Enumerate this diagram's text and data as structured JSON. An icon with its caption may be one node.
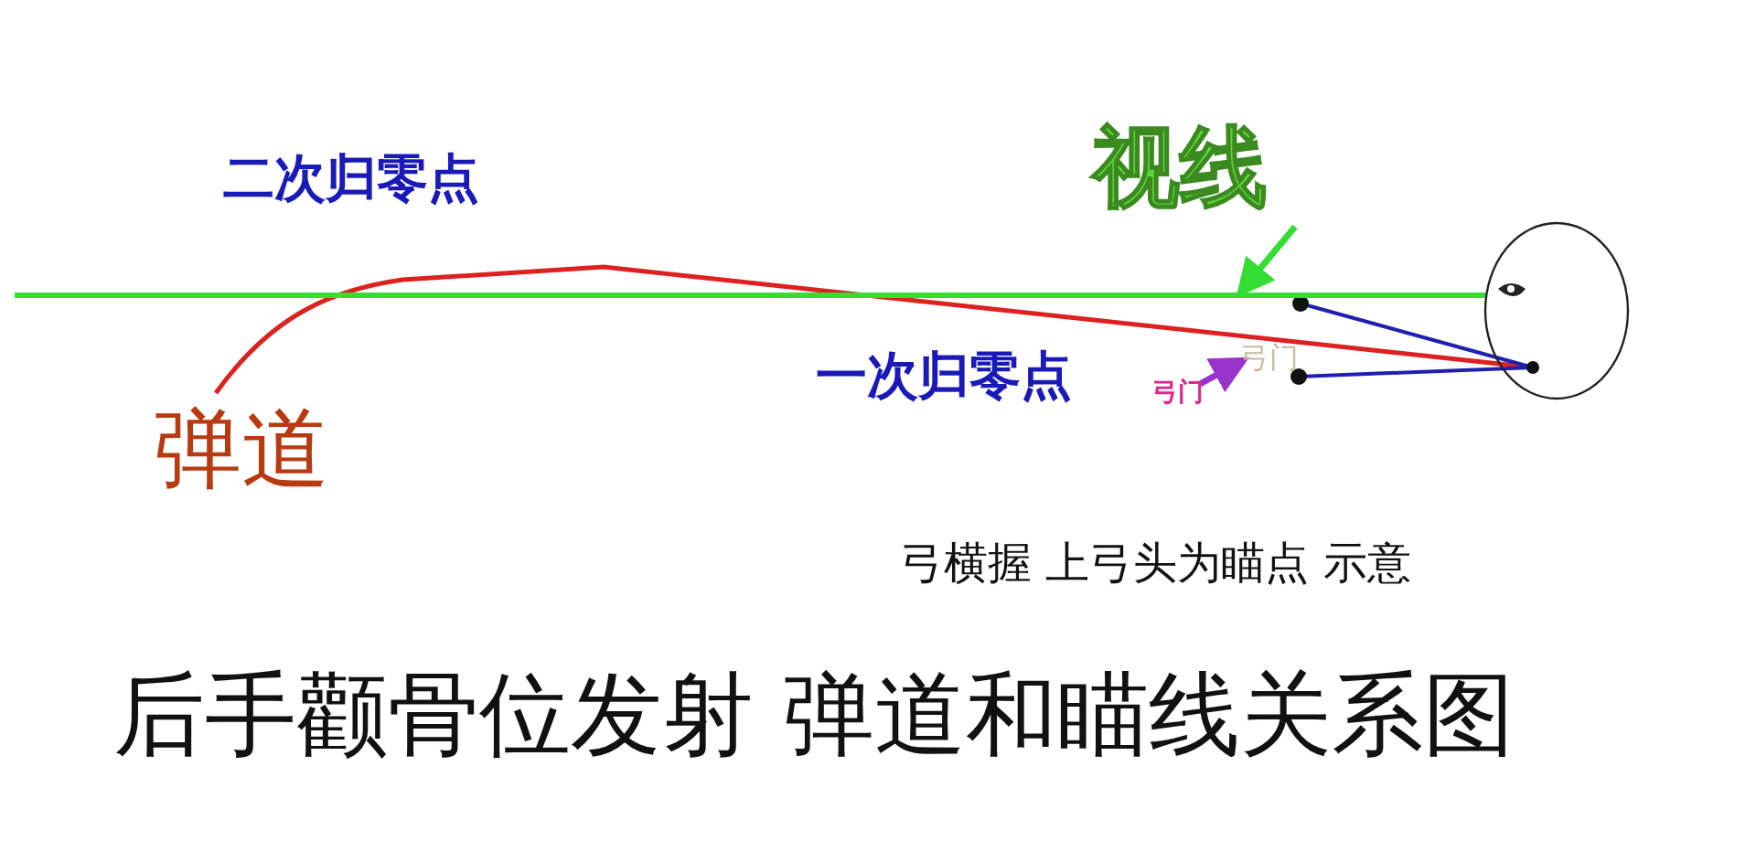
{
  "diagram": {
    "caption": "后手颧骨位发射 弹道和瞄线关系图",
    "nodes": [
      {
        "text": [
          "视线"
        ]
      },
      {
        "text": [
          "弓门"
        ]
      },
      {
        "text": [
          "弓门"
        ]
      },
      {
        "text": [],
        "shape": "line"
      }
    ],
    "edges": [
      {
        "from": 0,
        "to": 3,
        "arrow": "to",
        "color": "#33dd33"
      },
      {
        "from": 1,
        "to": 2,
        "arrow": "to",
        "color": "#9933cc"
      }
    ],
    "labels": [
      "二次归零点",
      "弹道",
      "一次归零点",
      "弓横握 上弓头为瞄点 示意"
    ]
  }
}
